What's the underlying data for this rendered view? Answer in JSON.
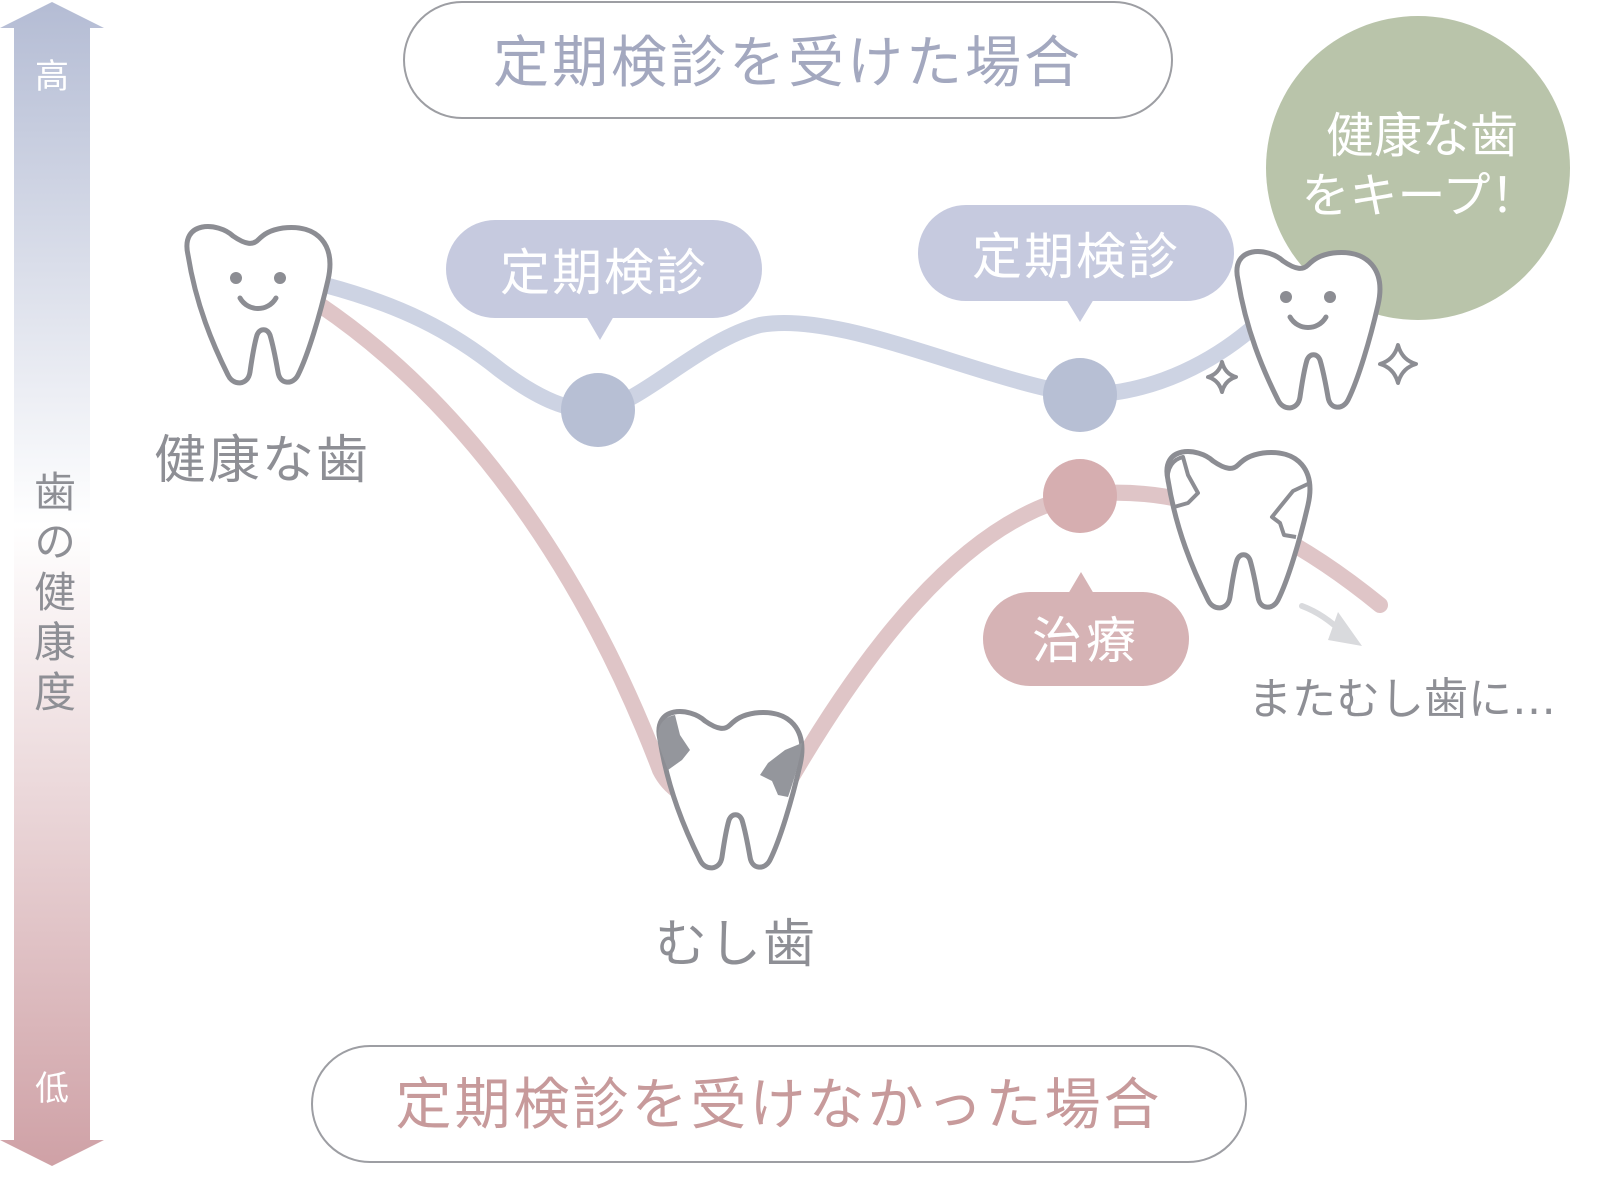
{
  "axis": {
    "high_label": "高",
    "low_label": "低",
    "title": "歯の健康度",
    "gradient_top": "#b4bcd4",
    "gradient_mid": "#ffffff",
    "gradient_bottom": "#cfa1a6"
  },
  "scenario_with_checkups": {
    "title": "定期検診を受けた場合",
    "line_color": "#cdd3e3",
    "point_color": "#b7bfd4",
    "checkup_label_1": "定期検診",
    "checkup_label_2": "定期検診",
    "bubble_color": "#c6cadf",
    "result_badge_line1": "健康な歯",
    "result_badge_line2": "をキープ！",
    "badge_color": "#b9c4aa"
  },
  "scenario_without_checkups": {
    "title": "定期検診を受けなかった場合",
    "title_color": "#c79a9b",
    "line_color": "#dfc5c7",
    "point_color": "#d6aeb0",
    "treatment_label": "治療",
    "treatment_bubble_color": "#d6b3b5",
    "recurrence_text": "またむし歯に…"
  },
  "labels": {
    "healthy_tooth": "健康な歯",
    "cavity_tooth": "むし歯"
  },
  "colors": {
    "text_gray": "#8e8f95",
    "outline": "#8c8d93",
    "cavity_fill": "#94969c",
    "pill_border": "#9d9ea3",
    "title_blue": "#a3a8bf"
  },
  "icons": [
    "smiling-tooth-icon",
    "cavity-tooth-icon",
    "chipped-tooth-icon",
    "sparkle-icon",
    "arrow-icon"
  ]
}
